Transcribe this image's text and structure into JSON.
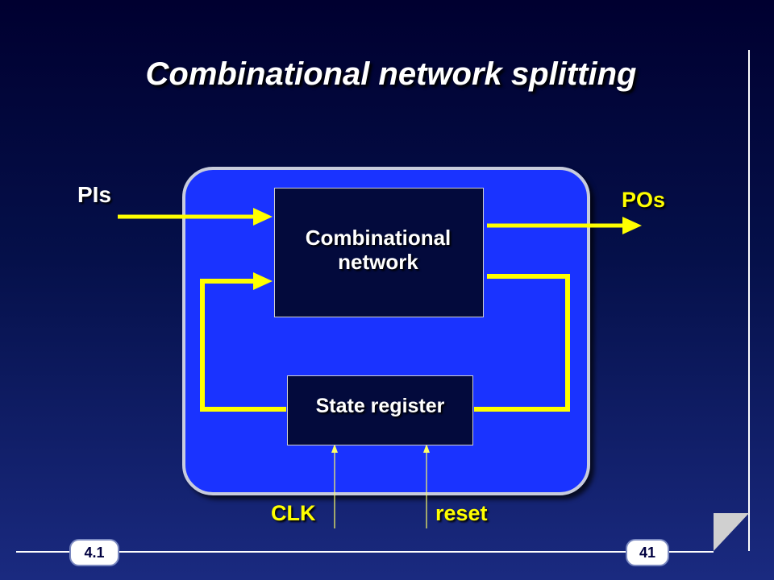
{
  "slide": {
    "title": "Combinational network splitting",
    "section_number": "4.1",
    "page_number": "41"
  },
  "diagram": {
    "combinational_block": "Combinational\nnetwork",
    "state_register_block": "State register",
    "inputs_label": "PIs",
    "outputs_label": "POs",
    "clock_label": "CLK",
    "reset_label": "reset",
    "colors": {
      "panel": "#1a33ff",
      "block_fill": "#030a3c",
      "wire": "#ffff00",
      "control_line": "#ffff66"
    }
  }
}
